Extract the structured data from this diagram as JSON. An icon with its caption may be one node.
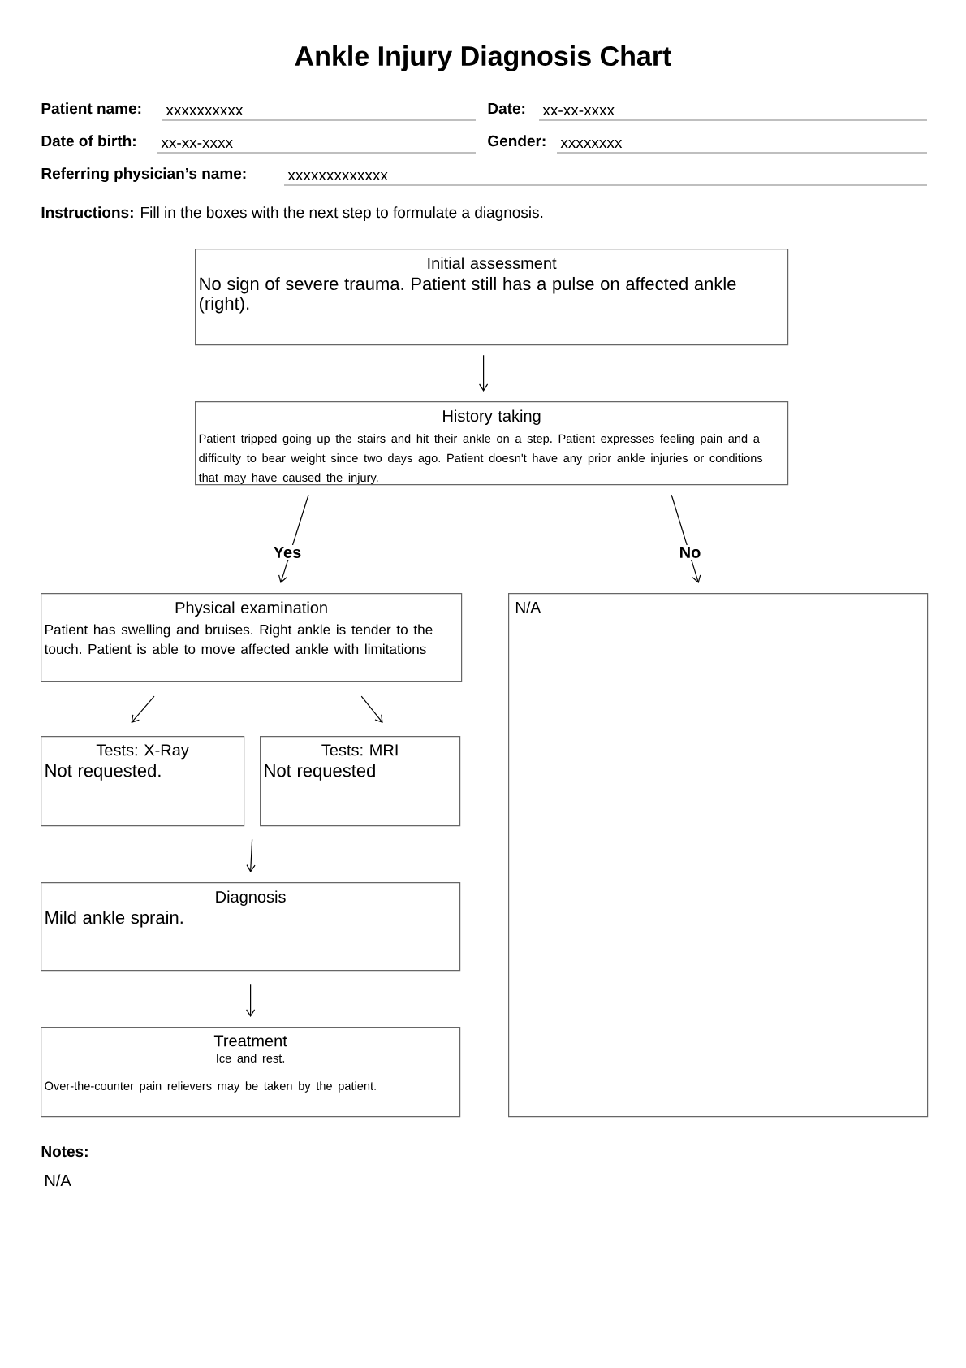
{
  "diagram": {
    "title": "Ankle Injury Diagnosis Chart",
    "nodes": [
      {
        "text": [
          "Initial assessment",
          "No sign of severe trauma. Patient still has a pulse on affected ankle (right)."
        ]
      },
      {
        "text": [
          "History taking",
          "Patient tripped going up the stairs and hit their ankle on a step. Patient expresses feeling pain and a difficulty to bear weight since two days ago. Patient doesn't have any prior ankle injuries or conditions that may have caused the injury."
        ]
      },
      {
        "text": [
          "Physical examination",
          "Patient has swelling and bruises. Right ankle is tender to the touch. Patient is able to move affected ankle with limitations"
        ]
      },
      {
        "text": [
          "Tests: X-Ray",
          "Not requested."
        ]
      },
      {
        "text": [
          "Tests: MRI",
          "Not requested"
        ]
      },
      {
        "text": [
          "Diagnosis",
          "Mild ankle sprain."
        ]
      },
      {
        "text": [
          "Treatment",
          "Ice and rest.",
          "Over-the-counter pain relievers may be taken by the patient."
        ]
      },
      {
        "text": [
          "N/A"
        ]
      }
    ],
    "edges": [
      {
        "from": 0,
        "to": 1,
        "arrow": "to"
      },
      {
        "from": 1,
        "to": 2,
        "arrow": "to",
        "label": "Yes"
      },
      {
        "from": 1,
        "to": 7,
        "arrow": "to",
        "label": "No"
      },
      {
        "from": 2,
        "to": 3,
        "arrow": "to"
      },
      {
        "from": 2,
        "to": 4,
        "arrow": "to"
      },
      {
        "from": 3,
        "to": 5,
        "arrow": "to"
      },
      {
        "from": 4,
        "to": 5,
        "arrow": "to"
      },
      {
        "from": 5,
        "to": 6,
        "arrow": "to"
      }
    ],
    "labels": [
      "Patient name:",
      "xxxxxxxxxx",
      "Date:",
      "xx-xx-xxxx",
      "Date of birth:",
      "xx-xx-xxxx",
      "Gender:",
      "xxxxxxxx",
      "Referring physician’s name:",
      "xxxxxxxxxxxxx",
      "**Instructions:** Fill in the boxes with the next step to formulate a diagnosis.",
      "Notes:",
      "N/A"
    ]
  }
}
